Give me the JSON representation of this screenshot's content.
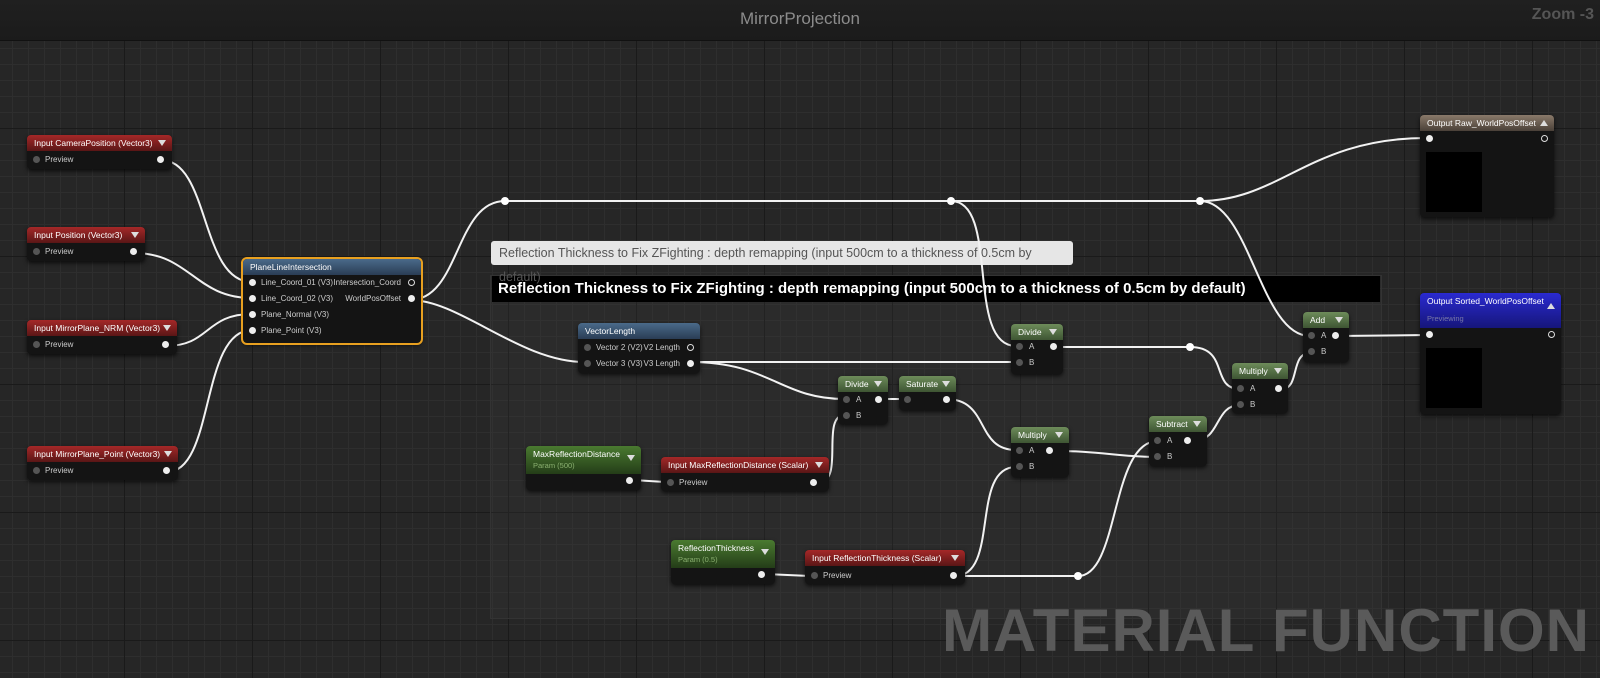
{
  "window": {
    "title": "MirrorProjection",
    "zoom": "Zoom -3",
    "watermark": "MATERIAL FUNCTION"
  },
  "comment": {
    "bubble": "Reflection Thickness to Fix ZFighting : depth remapping (input 500cm to a thickness of 0.5cm by default)",
    "header": "Reflection Thickness to Fix ZFighting : depth remapping (input 500cm to a thickness of 0.5cm by default)"
  },
  "nodes": {
    "input_camera": {
      "title": "Input CameraPosition (Vector3)",
      "preview": "Preview"
    },
    "input_position": {
      "title": "Input Position (Vector3)",
      "preview": "Preview"
    },
    "input_mirror_nrm": {
      "title": "Input MirrorPlane_NRM (Vector3)",
      "preview": "Preview"
    },
    "input_mirror_point": {
      "title": "Input MirrorPlane_Point (Vector3)",
      "preview": "Preview"
    },
    "plane_line": {
      "title": "PlaneLineIntersection",
      "inputs": [
        "Line_Coord_01 (V3)",
        "Line_Coord_02 (V3)",
        "Plane_Normal (V3)",
        "Plane_Point (V3)"
      ],
      "outputs": [
        "Intersection_Coord",
        "WorldPosOffset"
      ]
    },
    "vector_length": {
      "title": "VectorLength",
      "rows": [
        "Vector 2 (V2)",
        "Vector 3 (V3)"
      ],
      "outputs": [
        "V2 Length",
        "V3 Length"
      ]
    },
    "divide_top": {
      "title": "Divide",
      "a": "A",
      "b": "B"
    },
    "divide_mid": {
      "title": "Divide",
      "a": "A",
      "b": "B"
    },
    "saturate": {
      "title": "Saturate"
    },
    "multiply_mid": {
      "title": "Multiply",
      "a": "A",
      "b": "B"
    },
    "subtract": {
      "title": "Subtract",
      "a": "A",
      "b": "B"
    },
    "multiply_top": {
      "title": "Multiply",
      "a": "A",
      "b": "B"
    },
    "add": {
      "title": "Add",
      "a": "A",
      "b": "B"
    },
    "max_reflection_distance": {
      "title": "MaxReflectionDistance",
      "sub": "Param (500)"
    },
    "input_max_reflection": {
      "title": "Input MaxReflectionDistance (Scalar)",
      "preview": "Preview"
    },
    "reflection_thickness": {
      "title": "ReflectionThickness",
      "sub": "Param (0.5)"
    },
    "input_reflection_thickness": {
      "title": "Input ReflectionThickness (Scalar)",
      "preview": "Preview"
    },
    "output_raw": {
      "title": "Output Raw_WorldPosOffset"
    },
    "output_sorted": {
      "title": "Output Sorted_WorldPosOffset",
      "sub": "Previewing"
    }
  },
  "colors": {
    "input_header": "#a52828",
    "function_header": "#4a6a8a",
    "math_header": "#6d8c5a",
    "param_header": "#4a7a30",
    "output_header": "#8a7a6a",
    "output_previewing": "#2a2ad0",
    "selection": "#e8a020",
    "wire": "#ffffff"
  }
}
